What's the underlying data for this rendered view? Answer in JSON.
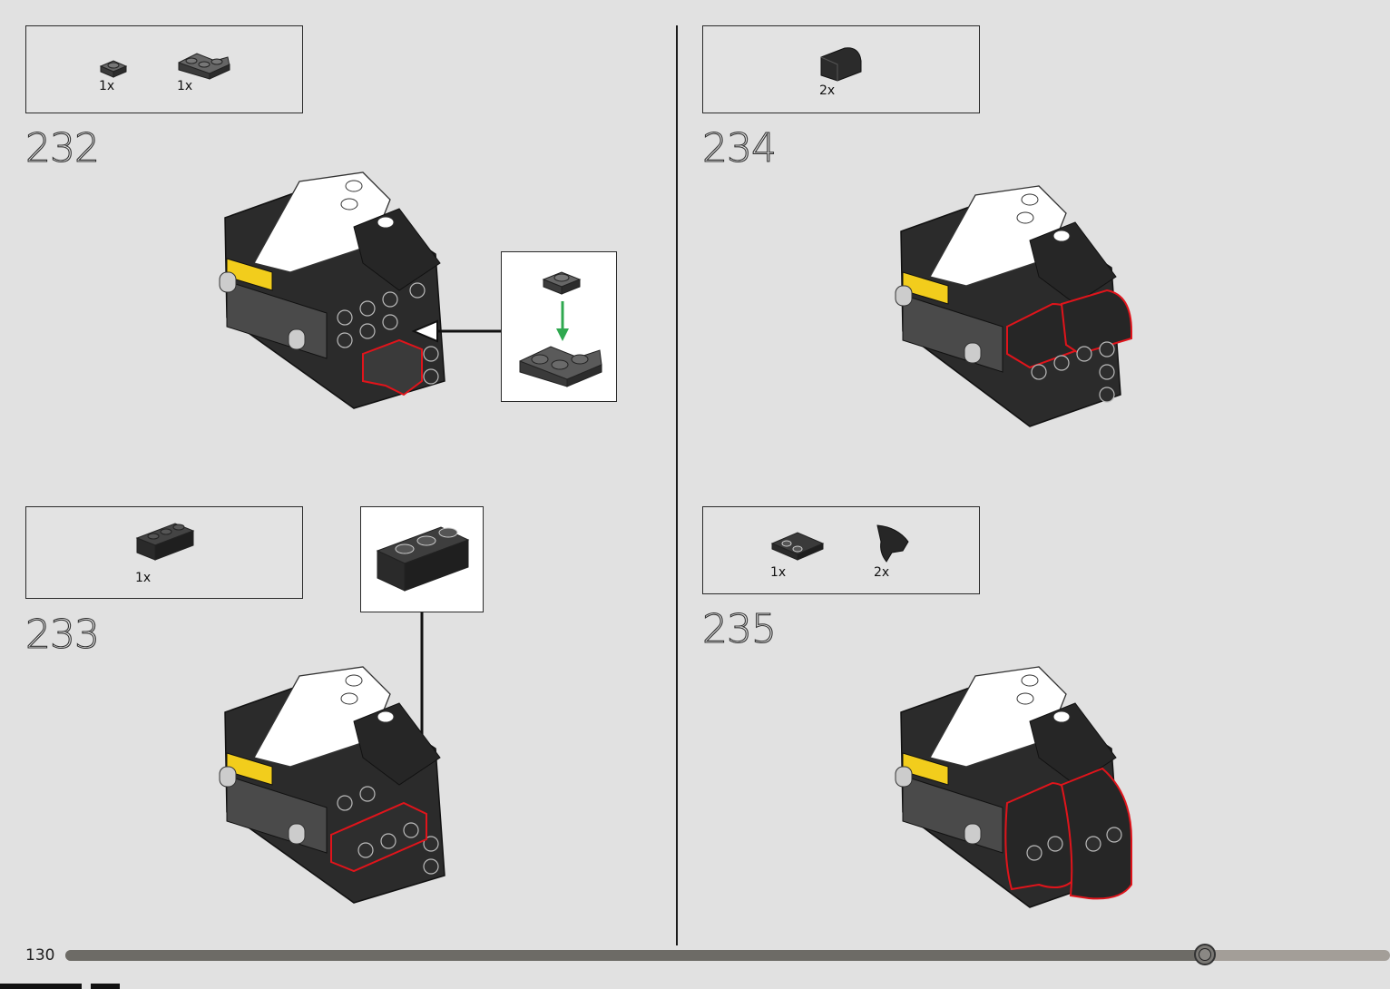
{
  "page": {
    "number": "130",
    "progress": 0.86
  },
  "steps": [
    {
      "number": "232",
      "parts": [
        {
          "qty": "1x",
          "part": "plate-1x1-dark-gray"
        },
        {
          "qty": "1x",
          "part": "plate-2x2-corner-dark-gray"
        }
      ]
    },
    {
      "number": "233",
      "parts": [
        {
          "qty": "1x",
          "part": "brick-1x3-black"
        }
      ]
    },
    {
      "number": "234",
      "parts": [
        {
          "qty": "2x",
          "part": "slope-curved-black"
        }
      ]
    },
    {
      "number": "235",
      "parts": [
        {
          "qty": "1x",
          "part": "plate-2x2-black"
        },
        {
          "qty": "2x",
          "part": "curved-wing-black"
        }
      ]
    }
  ],
  "colors": {
    "background": "#e1e1e1",
    "brick_black": "#2b2b2b",
    "brick_dark_gray": "#555555",
    "brick_white": "#ffffff",
    "accent_red": "#e0141b",
    "accent_yellow": "#f2cd1c",
    "arrow_green": "#2fa84f",
    "progress_fill": "#6d6b66",
    "progress_track": "#a39e98"
  },
  "icons": [
    "arrow-left-icon",
    "arrow-down-icon",
    "arrow-green-icon"
  ]
}
